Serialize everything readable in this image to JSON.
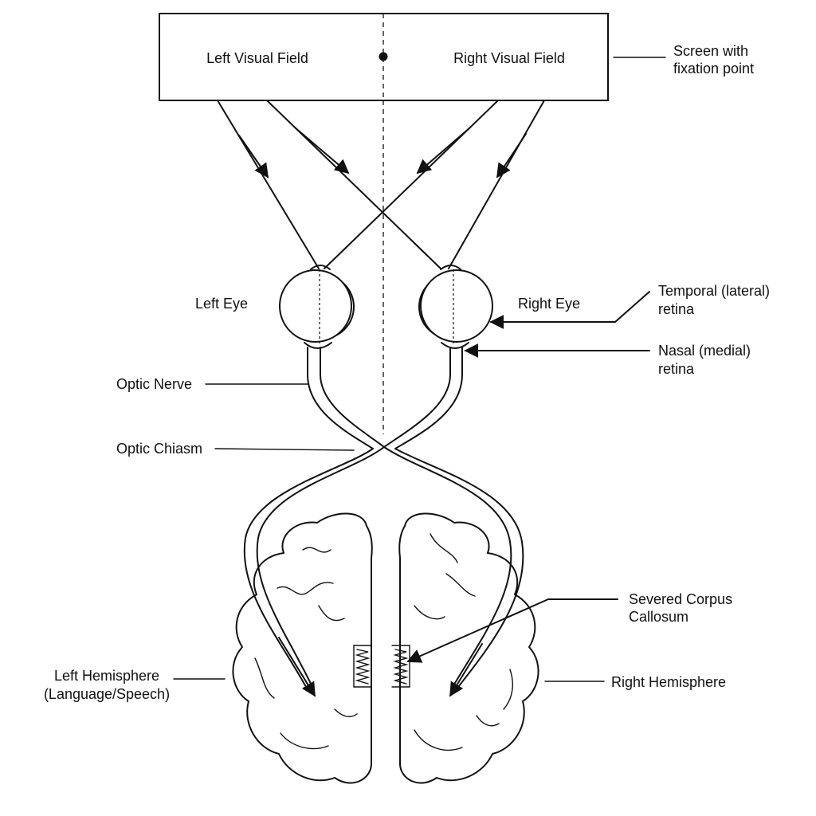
{
  "screen": {
    "left_field": "Left Visual Field",
    "right_field": "Right Visual Field"
  },
  "labels": {
    "screen_line1": "Screen with",
    "screen_line2": "fixation point",
    "left_eye": "Left Eye",
    "right_eye": "Right Eye",
    "temporal_line1": "Temporal (lateral)",
    "temporal_line2": "retina",
    "nasal_line1": "Nasal (medial)",
    "nasal_line2": "retina",
    "optic_nerve": "Optic Nerve",
    "optic_chiasm": "Optic Chiasm",
    "severed_line1": "Severed Corpus",
    "severed_line2": "Callosum",
    "left_hemi_line1": "Left Hemisphere",
    "left_hemi_line2": "(Language/Speech)",
    "right_hemi": "Right Hemisphere"
  },
  "colors": {
    "stroke": "#111111",
    "background": "#ffffff"
  }
}
